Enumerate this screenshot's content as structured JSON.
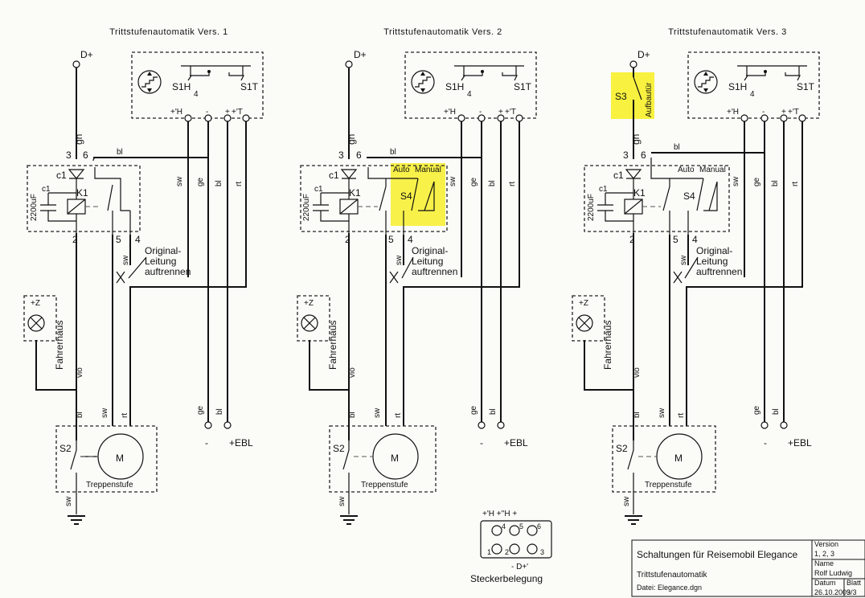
{
  "titles": {
    "v1": "Trittstufenautomatik Vers. 1",
    "v2": "Trittstufenautomatik Vers. 2",
    "v3": "Trittstufenautomatik Vers. 3"
  },
  "labels": {
    "d_plus": "D+",
    "gn": "gn",
    "bl": "bl",
    "sw": "sw",
    "ge": "ge",
    "rt": "rt",
    "vio": "vio",
    "c1": "c1",
    "k1": "K1",
    "cap": "2200uF",
    "s1h": "S1H",
    "s1t": "S1T",
    "s2": "S2",
    "s3": "S3",
    "s4": "S4",
    "aufbautuer": "Aufbautür",
    "auto": "Auto",
    "manual": "Manual",
    "motor": "M",
    "treppenstufe": "Treppenstufe",
    "fahrerhaus": "Fahrerhaus",
    "plus_z": "+Z",
    "orig1": "Original-",
    "orig2": "Leitung",
    "orig3": "auftrennen",
    "minus": "-",
    "plus": "+",
    "ebl": "+EBL",
    "t_h": "+'H",
    "t_t": "+'T",
    "pin2": "2",
    "pin3": "3",
    "pin4": "4",
    "pin5": "5",
    "pin6": "6"
  },
  "connector": {
    "title": "Steckerbelegung",
    "top": "+'H   +''H   +",
    "bottom": "-      D+'",
    "pins": [
      "4",
      "5",
      "6",
      "1",
      "2",
      "3"
    ]
  },
  "titleblock": {
    "main": "Schaltungen für Reisemobil Elegance",
    "sub": "Trittstufenautomatik",
    "file": "Datei: Elegance.dgn",
    "version_label": "Version",
    "version": "1, 2, 3",
    "name_label": "Name",
    "name": "Rolf Ludwig",
    "date_label": "Datum",
    "date": "26.10.2009",
    "sheet_label": "Blatt",
    "sheet": "3/3"
  }
}
